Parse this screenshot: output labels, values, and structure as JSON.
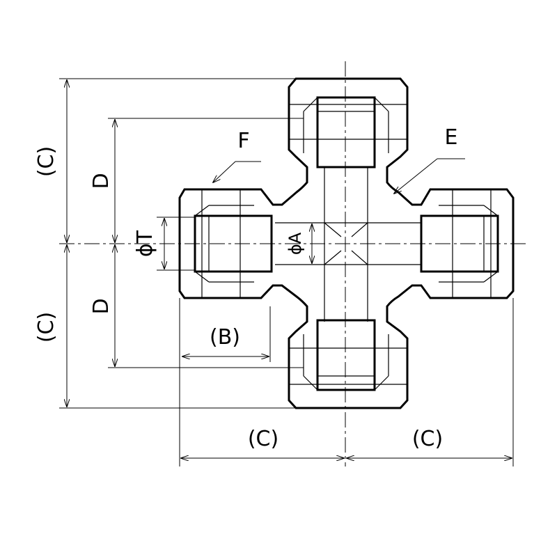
{
  "labels": {
    "left_top_c": "(C)",
    "left_bottom_c": "(C)",
    "d_top": "D",
    "d_bottom": "D",
    "phi_t": "ϕT",
    "phi_a": "ϕA",
    "b": "(B)",
    "f": "F",
    "e": "E",
    "bottom_left_c": "(C)",
    "bottom_right_c": "(C)"
  }
}
